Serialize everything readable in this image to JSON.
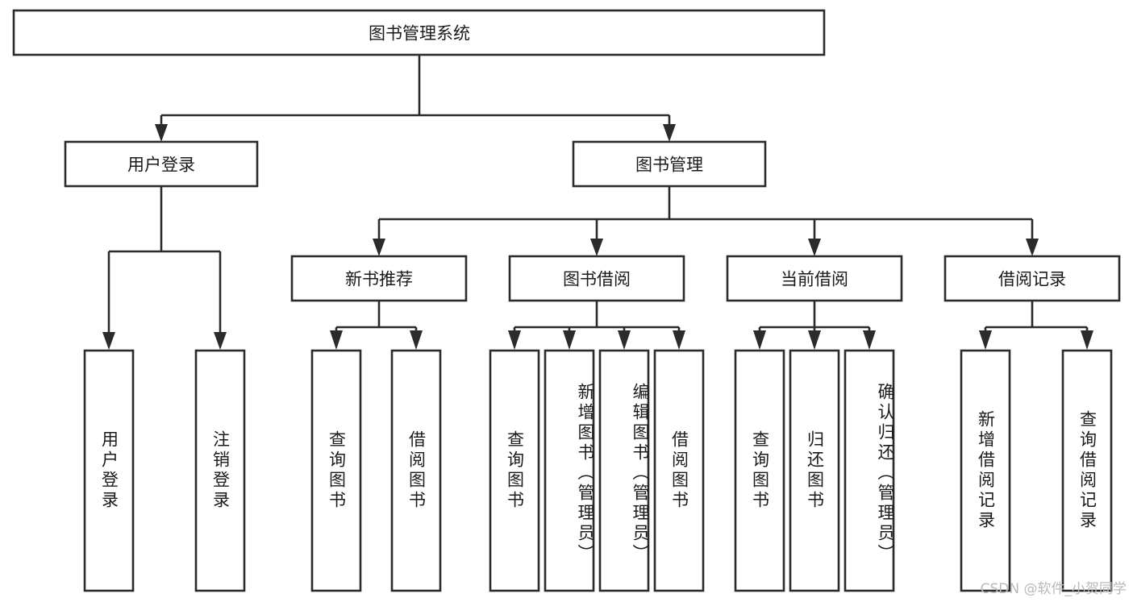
{
  "diagram": {
    "type": "hierarchy-tree",
    "title": "图书管理系统",
    "root": {
      "label": "图书管理系统",
      "id": "root-system"
    },
    "level2": [
      {
        "id": "user-login",
        "label": "用户登录"
      },
      {
        "id": "book-management",
        "label": "图书管理"
      }
    ],
    "level3": [
      {
        "id": "new-book-recommend",
        "label": "新书推荐",
        "parent": "book-management"
      },
      {
        "id": "book-borrow",
        "label": "图书借阅",
        "parent": "book-management"
      },
      {
        "id": "current-borrow",
        "label": "当前借阅",
        "parent": "book-management"
      },
      {
        "id": "borrow-record",
        "label": "借阅记录",
        "parent": "book-management"
      }
    ],
    "leaves": {
      "user-login": [
        {
          "id": "leaf-user-login",
          "label": "用户登录"
        },
        {
          "id": "leaf-user-logout",
          "label": "注销登录"
        }
      ],
      "new-book-recommend": [
        {
          "id": "leaf-query-book-1",
          "label": "查询图书"
        },
        {
          "id": "leaf-borrow-book-1",
          "label": "借阅图书"
        }
      ],
      "book-borrow": [
        {
          "id": "leaf-query-book-2",
          "label": "查询图书"
        },
        {
          "id": "leaf-add-book",
          "label": "新增图书（管理员）"
        },
        {
          "id": "leaf-edit-book",
          "label": "编辑图书（管理员）"
        },
        {
          "id": "leaf-borrow-book-2",
          "label": "借阅图书"
        }
      ],
      "current-borrow": [
        {
          "id": "leaf-query-book-3",
          "label": "查询图书"
        },
        {
          "id": "leaf-return-book",
          "label": "归还图书"
        },
        {
          "id": "leaf-confirm-return",
          "label": "确认归还（管理员）"
        }
      ],
      "borrow-record": [
        {
          "id": "leaf-add-record",
          "label": "新增借阅记录"
        },
        {
          "id": "leaf-query-record",
          "label": "查询借阅记录"
        }
      ]
    }
  },
  "watermark": {
    "text": "CSDN @软件_小贺同学"
  },
  "colors": {
    "stroke": "#2b2b2b",
    "fill": "#ffffff",
    "text": "#1a1a1a",
    "watermark": "#b9b9b9"
  }
}
